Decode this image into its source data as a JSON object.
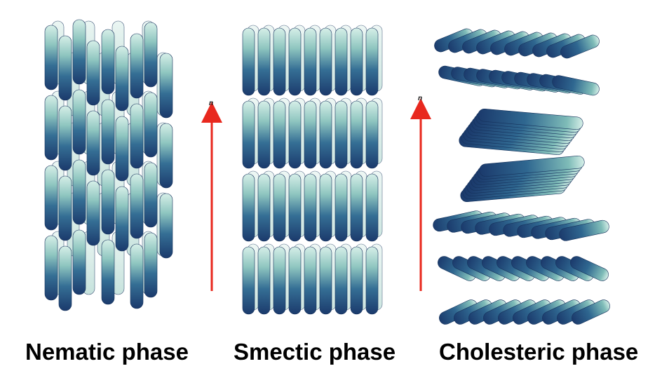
{
  "panels": [
    {
      "id": "nematic",
      "label": "Nematic phase"
    },
    {
      "id": "smectic",
      "label": "Smectic phase"
    },
    {
      "id": "cholesteric",
      "label": "Cholesteric phase"
    }
  ],
  "director_label": "n",
  "colors": {
    "rod_dark": "#1d3f73",
    "rod_mid": "#3f7f9a",
    "rod_light": "#cfe9e2",
    "arrow": "#e8281e",
    "text": "#000000"
  }
}
